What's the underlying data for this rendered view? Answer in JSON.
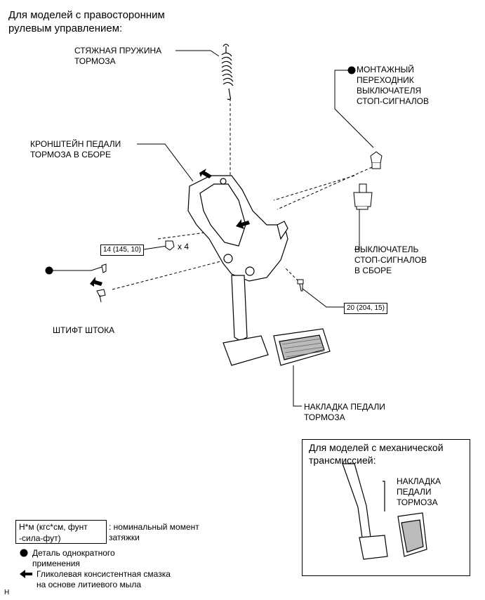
{
  "title": {
    "line1": "Для моделей с правосторонним",
    "line2": "рулевым управлением:"
  },
  "labels": {
    "spring_1": "СТЯЖНАЯ ПРУЖИНА",
    "spring_2": "ТОРМОЗА",
    "adapter_1": "МОНТАЖНЫЙ",
    "adapter_2": "ПЕРЕХОДНИК",
    "adapter_3": "ВЫКЛЮЧАТЕЛЯ",
    "adapter_4": "СТОП-СИГНАЛОВ",
    "bracket_1": "КРОНШТЕЙН ПЕДАЛИ",
    "bracket_2": "ТОРМОЗА В СБОРЕ",
    "switch_1": "ВЫКЛЮЧАТЕЛЬ",
    "switch_2": "СТОП-СИГНАЛОВ",
    "switch_3": "В СБОРЕ",
    "pin": "ШТИФТ ШТОКА",
    "pad_1": "НАКЛАДКА ПЕДАЛИ",
    "pad_2": "ТОРМОЗА",
    "torque_1": "14 (145, 10)",
    "torque_2": "20 (204, 15)",
    "count": "x 4"
  },
  "inset": {
    "title_1": "Для моделей с механической",
    "title_2": "трансмиссией:",
    "pad_1": "НАКЛАДКА",
    "pad_2": "ПЕДАЛИ",
    "pad_3": "ТОРМОЗА"
  },
  "legend": {
    "unit_1": "Н*м (кгс*см, фунт",
    "unit_2": "-сила-фут)",
    "unit_desc_1": ": номинальный момент",
    "unit_desc_2": "затяжки",
    "nonreuse_1": "Деталь однократного",
    "nonreuse_2": "применения",
    "grease_1": "Гликолевая консистентная смазка",
    "grease_2": "на основе литиевого мыла"
  },
  "corner_code": "H"
}
